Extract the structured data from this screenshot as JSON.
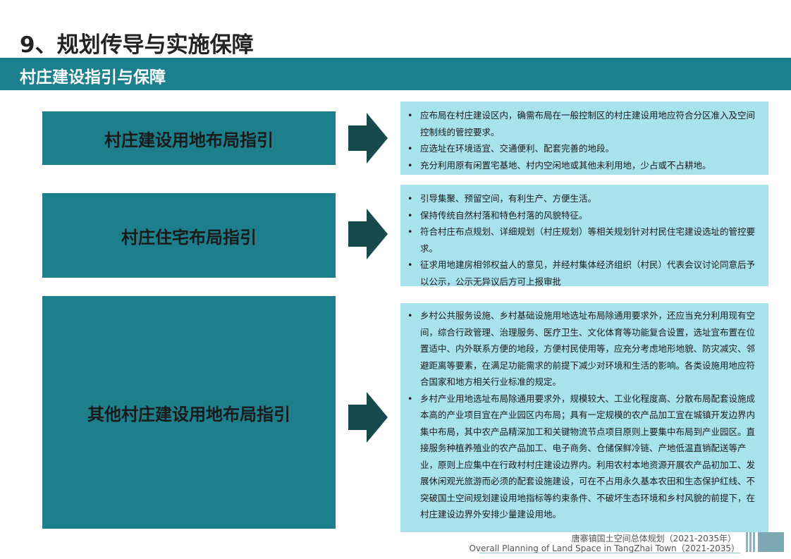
{
  "title": "9、规划传导与实施保障",
  "banner": "村庄建设指引与保障",
  "sections": [
    {
      "label": "村庄建设用地布局指引",
      "items": [
        "应布局在村庄建设区内，确需布局在一般控制区的村庄建设用地应符合分区准入及空间控制线的管控要求。",
        "应选址在环境适宜、交通便利、配套完善的地段。",
        "充分利用原有闲置宅基地、村内空闲地或其他未利用地，少占或不占耕地。"
      ]
    },
    {
      "label": "村庄住宅布局指引",
      "items": [
        "引导集聚、预留空间，有利生产、方便生活。",
        "保持传统自然村落和特色村落的风貌特征。",
        "符合村庄布点规划、详细规划（村庄规划）等相关规划针对村民住宅建设选址的管控要求。",
        "征求用地建房相邻权益人的意见，并经村集体经济组织（村民）代表会议讨论同意后予以公示，公示无异议后方可上报审批"
      ]
    },
    {
      "label": "其他村庄建设用地布局指引",
      "items": [
        "乡村公共服务设施、乡村基础设施用地选址布局除通用要求外，还应当充分利用现有空间，综合行政管理、治理服务、医疗卫生、文化体育等功能复合设置，选址宜布置在位置适中、内外联系方便的地段，方便村民使用等，应充分考虑地形地貌、防灾减灾、邻避距离等要素，在满足功能需求的前提下减少对环境和生活的影响。各类设施用地应符合国家和地方相关行业标准的规定。",
        "乡村产业用地选址布局除通用要求外，规模较大、工业化程度高、分散布局配套设施成本高的产业项目宜在产业园区内布局；具有一定规模的农产品加工宜在城镇开发边界内集中布局，其中农产品精深加工和关键物流节点项目原则上要集中布局到产业园区。直接服务种植养殖业的农产品加工、电子商务、仓储保鲜冷链、产地低温直销配送等产业，原则上应集中在行政村村庄建设边界内。利用农村本地资源开展农产品初加工、发展休闲观光旅游而必须的配套设施建设，可在不占用永久基本农田和生态保护红线、不突破国土空间规划建设用地指标等约束条件、不破坏生态环境和乡村风貌的前提下，在村庄建设边界外安排少量建设用地。"
      ]
    }
  ],
  "footer": {
    "cn": "唐寨镇国土空间总体规划（2021-2035年）",
    "en": "Overall Planning of Land Space in TangZhai Town（2021-2035）"
  }
}
